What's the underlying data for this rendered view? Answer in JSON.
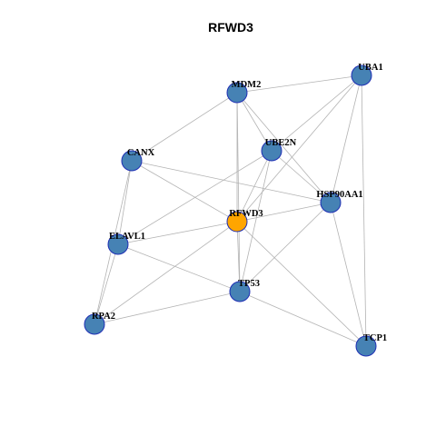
{
  "title": "RFWD3",
  "colors": {
    "center": "#FFA500",
    "node": "#4682B4",
    "node_border": "#1F2FB4",
    "edge": "#B3B3B3"
  },
  "nodes": [
    {
      "id": "RFWD3",
      "label": "RFWD3",
      "center": true
    },
    {
      "id": "MDM2",
      "label": "MDM2"
    },
    {
      "id": "UBA1",
      "label": "UBA1"
    },
    {
      "id": "UBE2N",
      "label": "UBE2N"
    },
    {
      "id": "CANX",
      "label": "CANX"
    },
    {
      "id": "HSP90AA1",
      "label": "HSP90AA1"
    },
    {
      "id": "ELAVL1",
      "label": "ELAVL1"
    },
    {
      "id": "TP53",
      "label": "TP53"
    },
    {
      "id": "RPA2",
      "label": "RPA2"
    },
    {
      "id": "TCP1",
      "label": "TCP1"
    }
  ],
  "edges": [
    [
      "MDM2",
      "UBA1"
    ],
    [
      "MDM2",
      "UBE2N"
    ],
    [
      "MDM2",
      "HSP90AA1"
    ],
    [
      "MDM2",
      "RFWD3"
    ],
    [
      "MDM2",
      "TP53"
    ],
    [
      "MDM2",
      "CANX"
    ],
    [
      "UBA1",
      "UBE2N"
    ],
    [
      "UBA1",
      "HSP90AA1"
    ],
    [
      "UBA1",
      "RFWD3"
    ],
    [
      "UBA1",
      "TCP1"
    ],
    [
      "UBE2N",
      "HSP90AA1"
    ],
    [
      "UBE2N",
      "RFWD3"
    ],
    [
      "UBE2N",
      "TP53"
    ],
    [
      "UBE2N",
      "ELAVL1"
    ],
    [
      "CANX",
      "HSP90AA1"
    ],
    [
      "CANX",
      "RFWD3"
    ],
    [
      "CANX",
      "ELAVL1"
    ],
    [
      "CANX",
      "RPA2"
    ],
    [
      "HSP90AA1",
      "RFWD3"
    ],
    [
      "HSP90AA1",
      "TP53"
    ],
    [
      "HSP90AA1",
      "TCP1"
    ],
    [
      "RFWD3",
      "ELAVL1"
    ],
    [
      "RFWD3",
      "TP53"
    ],
    [
      "RFWD3",
      "RPA2"
    ],
    [
      "RFWD3",
      "TCP1"
    ],
    [
      "ELAVL1",
      "TP53"
    ],
    [
      "ELAVL1",
      "RPA2"
    ],
    [
      "TP53",
      "RPA2"
    ],
    [
      "TP53",
      "TCP1"
    ]
  ]
}
